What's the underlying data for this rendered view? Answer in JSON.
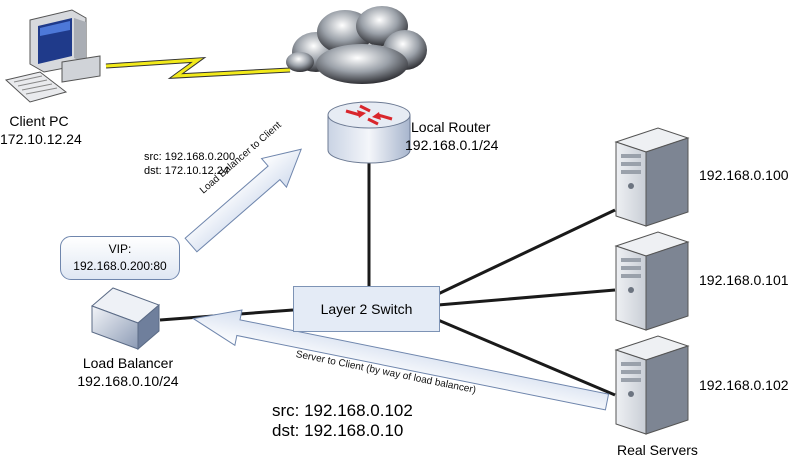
{
  "client": {
    "name": "Client PC",
    "ip": "172.10.12.24"
  },
  "router": {
    "name": "Local Router",
    "ip": "192.168.0.1/24"
  },
  "switch": {
    "name": "Layer 2 Switch"
  },
  "load_balancer": {
    "name": "Load Balancer",
    "ip": "192.168.0.10/24"
  },
  "vip": {
    "title": "VIP:",
    "address": "192.168.0.200:80"
  },
  "real_servers": {
    "label": "Real Servers",
    "servers": [
      {
        "ip": "192.168.0.100"
      },
      {
        "ip": "192.168.0.101"
      },
      {
        "ip": "192.168.0.102"
      }
    ]
  },
  "lb_to_client": {
    "arrow_label": "Load Balancer to Client",
    "src": "src: 192.168.0.200",
    "dst": "dst: 172.10.12.24"
  },
  "server_to_client": {
    "arrow_label": "Server to Client (by way of load balancer)",
    "src": "src: 192.168.0.102",
    "dst": "dst: 192.168.0.10"
  },
  "colors": {
    "link": "#1a1a1a",
    "wireless": "#f2ea1a",
    "arrow_fill": "#e6ecf6",
    "arrow_stroke": "#6f86ad",
    "router_red": "#d9262c"
  }
}
